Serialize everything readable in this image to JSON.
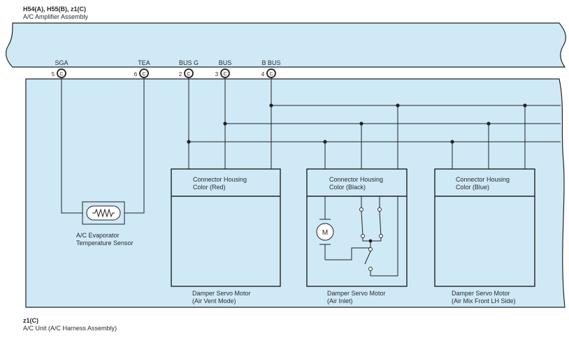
{
  "amplifier": {
    "code": "H54(A), H55(B), z1(C)",
    "name": "A/C Amplifier Assembly"
  },
  "unit": {
    "code": "z1(C)",
    "name": "A/C Unit (A/C Harness Assembly)"
  },
  "terminals": [
    {
      "signal": "SGA",
      "pin": "5",
      "conn": "C"
    },
    {
      "signal": "TEA",
      "pin": "6",
      "conn": "C"
    },
    {
      "signal": "BUS G",
      "pin": "2",
      "conn": "C"
    },
    {
      "signal": "BUS",
      "pin": "3",
      "conn": "C"
    },
    {
      "signal": "B BUS",
      "pin": "4",
      "conn": "C"
    }
  ],
  "sensor": {
    "label_line1": "A/C Evaporator",
    "label_line2": "Temperature Sensor"
  },
  "motors": [
    {
      "housing_line1": "Connector Housing",
      "housing_line2": "Color (Red)",
      "label_line1": "Damper Servo Motor",
      "label_line2": "(Air Vent Mode)"
    },
    {
      "housing_line1": "Connector Housing",
      "housing_line2": "Color (Black)",
      "label_line1": "Damper Servo Motor",
      "label_line2": "(Air Inlet)",
      "motor_symbol": "M"
    },
    {
      "housing_line1": "Connector Housing",
      "housing_line2": "Color (Blue)",
      "label_line1": "Damper Servo Motor",
      "label_line2": "(Air Mix Front LH Side)"
    }
  ],
  "colors": {
    "fill": "#cfe9f7",
    "line": "#222222"
  }
}
